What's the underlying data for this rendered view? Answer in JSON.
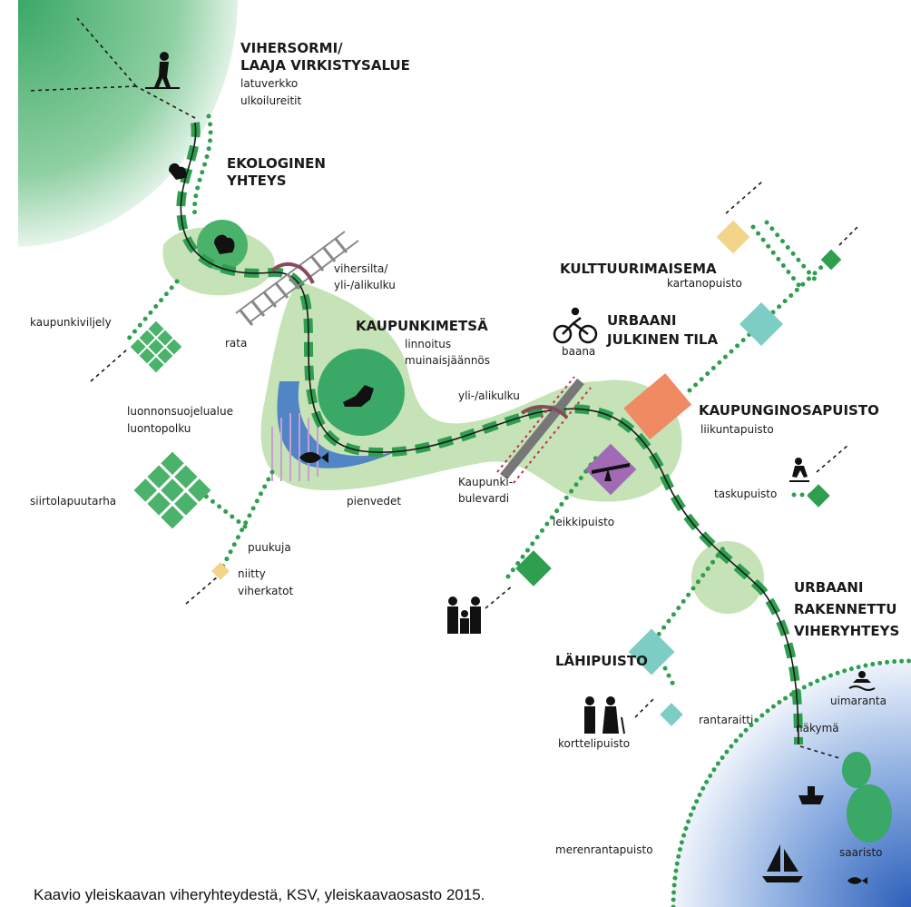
{
  "headings": {
    "vihersormi_1": "VIHERSORMI/",
    "vihersormi_2": "LAAJA VIRKISTYSALUE",
    "ekologinen_1": "EKOLOGINEN",
    "ekologinen_2": "YHTEYS",
    "kaupunkimetsa": "KAUPUNKIMETSÄ",
    "kulttuurimaisema": "KULTTUURIMAISEMA",
    "urbaani_1": "URBAANI",
    "urbaani_2": "JULKINEN TILA",
    "kaupunginosapuisto": "KAUPUNGINOSAPUISTO",
    "urbaani_rak_1": "URBAANI",
    "urbaani_rak_2": "RAKENNETTU",
    "urbaani_rak_3": "VIHERYHTEYS",
    "lahipuisto": "LÄHIPUISTO"
  },
  "labels": {
    "latuverkko": "latuverkko",
    "ulkoilureitit": "ulkoilureitit",
    "vihersilta_1": "vihersilta/",
    "vihersilta_2": "yli-/alikulku",
    "kaupunkiviljely": "kaupunkiviljely",
    "rata": "rata",
    "linnoitus": "linnoitus",
    "muinaisjaannos": "muinaisjäännös",
    "kartanopuisto": "kartanopuisto",
    "baana": "baana",
    "ylialikulku": "yli-/alikulku",
    "luonnonsuojelualue": "luonnonsuojelualue",
    "luontopolku": "luontopolku",
    "liikuntapuisto": "liikuntapuisto",
    "siirtolapuutarha": "siirtolapuutarha",
    "pienvedet": "pienvedet",
    "kaupunki_1": "Kaupunki-",
    "kaupunki_2": "bulevardi",
    "leikkipuisto": "leikkipuisto",
    "taskupuisto": "taskupuisto",
    "puukuja": "puukuja",
    "niitty": "niitty",
    "viherkatot": "viherkatot",
    "rantaraitti": "rantaraitti",
    "uimaranta": "uimaranta",
    "korttelipuisto": "korttelipuisto",
    "nakyma": "näkymä",
    "saaristo": "saaristo",
    "merenrantapuisto": "merenrantapuisto"
  },
  "caption": "Kaavio yleiskaavan viheryhteydestä, KSV, yleiskaavaosasto 2015.",
  "icons": [
    "hiker-icon",
    "squirrel-icon",
    "fox-icon",
    "fish-icon",
    "cyclist-icon",
    "seesaw-icon",
    "skateboarder-icon",
    "family-icon",
    "elderly-couple-icon",
    "swimmer-icon",
    "ship-icon",
    "sailboat-icon",
    "tree-icon"
  ],
  "colors": {
    "dark_green": "#2e9e4f",
    "light_green": "#c5e3b6",
    "mid_green": "#4ab26a",
    "teal": "#7ecdc4",
    "yellow": "#f2d48a",
    "orange": "#f08a62",
    "purple": "#a06bb4",
    "water_blue": "#3c74c8",
    "bridge": "#8b4a5c"
  }
}
